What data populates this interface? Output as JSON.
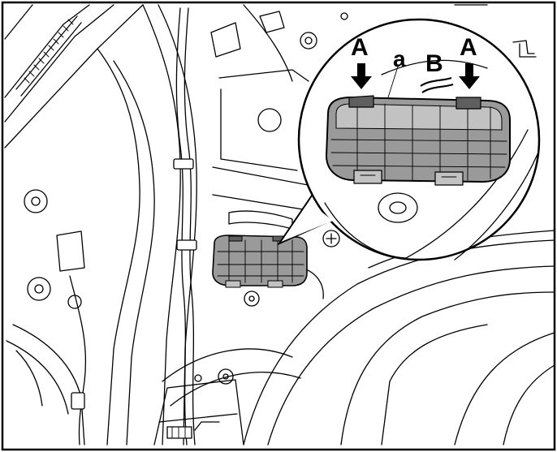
{
  "diagram": {
    "labels": {
      "callout_a_left": "A",
      "callout_a_right": "A",
      "callout_a_small": "a",
      "callout_b": "B"
    },
    "colors": {
      "line": "#000000",
      "background": "#ffffff",
      "component_fill": "#9a9a9a",
      "component_shade": "#5f5f5f",
      "component_light": "#c2c2c2"
    },
    "icons": [
      "arrow-down-icon",
      "arrow-down-icon",
      "slide-direction-icon"
    ]
  }
}
